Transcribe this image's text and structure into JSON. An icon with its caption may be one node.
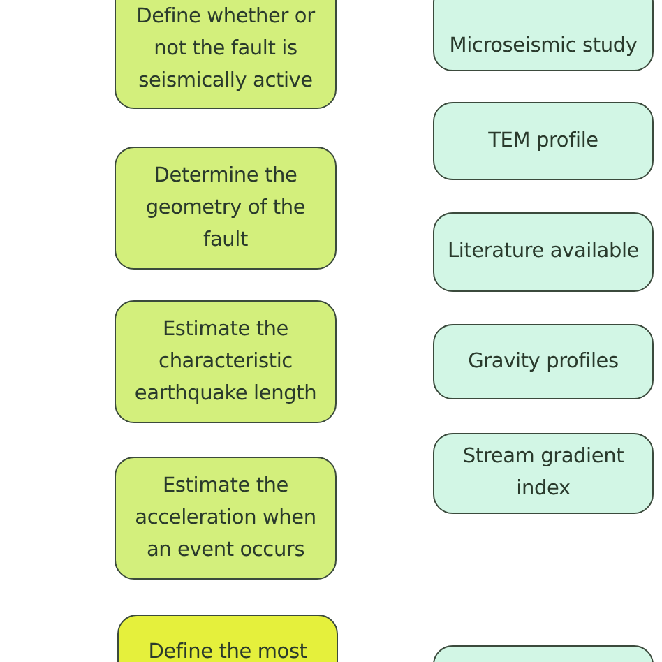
{
  "diagram": {
    "nodes": [
      {
        "text": [
          "Define whether or not the fault is seismically active"
        ]
      },
      {
        "text": [
          "Determine the geometry of the fault"
        ]
      },
      {
        "text": [
          "Estimate the characteristic earthquake length"
        ]
      },
      {
        "text": [
          "Estimate the acceleration when an event occurs"
        ]
      },
      {
        "text": [
          "Define the most"
        ]
      },
      {
        "text": [
          "Microseismic study"
        ]
      },
      {
        "text": [
          "TEM profile"
        ]
      },
      {
        "text": [
          "Literature available"
        ]
      },
      {
        "text": [
          "Gravity profiles"
        ]
      },
      {
        "text": [
          "Stream gradient index"
        ]
      },
      {
        "text": [],
        "shape": "box"
      }
    ]
  }
}
